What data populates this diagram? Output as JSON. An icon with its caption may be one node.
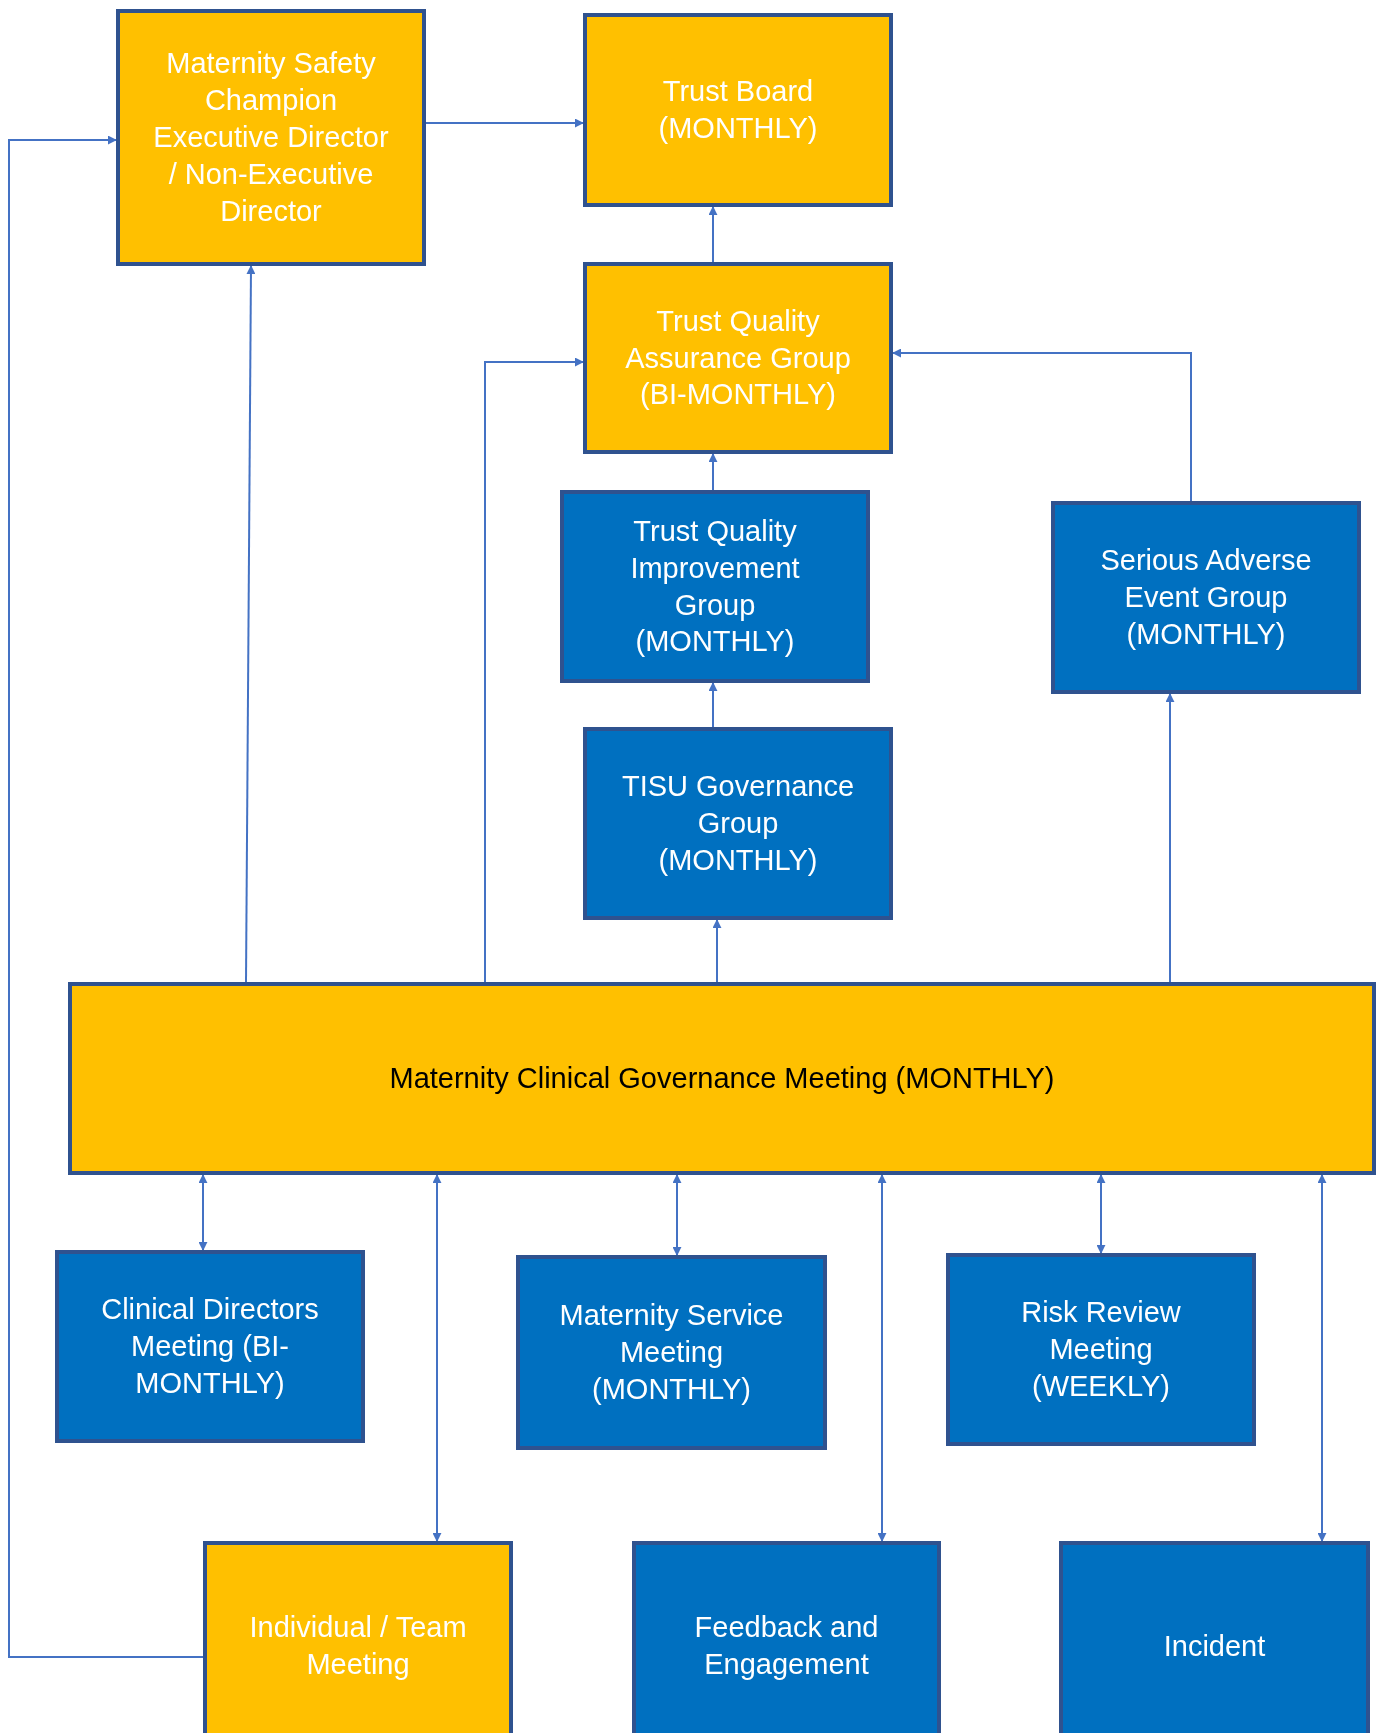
{
  "diagram": {
    "nodes": [
      {
        "text": [
          "Maternity Safety Champion Executive Director / Non-Executive Director"
        ]
      },
      {
        "text": [
          "Trust Board (MONTHLY)"
        ]
      },
      {
        "text": [
          "Trust Quality Assurance Group (BI-MONTHLY)"
        ]
      },
      {
        "text": [
          "Trust Quality Improvement Group (MONTHLY)"
        ]
      },
      {
        "text": [
          "Serious Adverse Event Group (MONTHLY)"
        ]
      },
      {
        "text": [
          "TISU Governance Group (MONTHLY)"
        ]
      },
      {
        "text": [
          "Maternity Clinical Governance Meeting (MONTHLY)"
        ]
      },
      {
        "text": [
          "Clinical Directors Meeting (BI-MONTHLY)"
        ]
      },
      {
        "text": [
          "Maternity Service Meeting (MONTHLY)"
        ]
      },
      {
        "text": [
          "Risk Review Meeting (WEEKLY)"
        ]
      },
      {
        "text": [
          "Individual / Team Meeting"
        ]
      },
      {
        "text": [
          "Feedback and Engagement"
        ]
      },
      {
        "text": [
          "Incident"
        ]
      }
    ],
    "edges": [
      {
        "from": 0,
        "to": 1,
        "arrow": "to"
      },
      {
        "from": 2,
        "to": 1,
        "arrow": "to"
      },
      {
        "from": 3,
        "to": 2,
        "arrow": "to"
      },
      {
        "from": 5,
        "to": 3,
        "arrow": "to"
      },
      {
        "from": 4,
        "to": 2,
        "arrow": "to"
      },
      {
        "from": 6,
        "to": 0,
        "arrow": "to"
      },
      {
        "from": 6,
        "to": 2,
        "arrow": "to"
      },
      {
        "from": 6,
        "to": 5,
        "arrow": "to"
      },
      {
        "from": 6,
        "to": 4,
        "arrow": "to"
      },
      {
        "from": 6,
        "to": 7,
        "arrow": "both"
      },
      {
        "from": 6,
        "to": 10,
        "arrow": "both"
      },
      {
        "from": 6,
        "to": 8,
        "arrow": "both"
      },
      {
        "from": 6,
        "to": 11,
        "arrow": "both"
      },
      {
        "from": 6,
        "to": 9,
        "arrow": "both"
      },
      {
        "from": 6,
        "to": 12,
        "arrow": "both"
      },
      {
        "from": 10,
        "to": 0,
        "arrow": "to"
      }
    ]
  }
}
